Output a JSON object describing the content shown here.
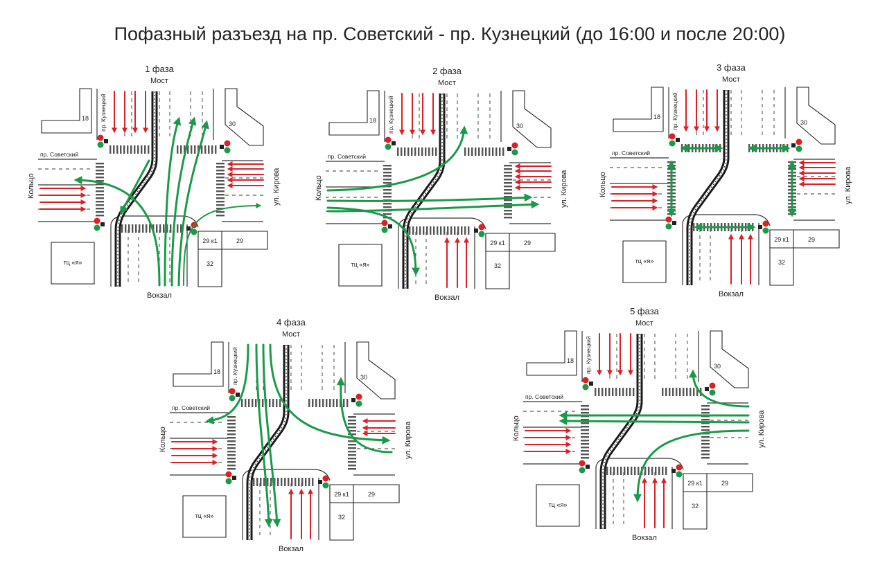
{
  "title": "Пофазный разъезд на пр. Советский - пр. Кузнецкий (до 16:00 и после 20:00)",
  "labels": {
    "north": "Мост",
    "south": "Вокзал",
    "west": "Кольцо",
    "east": "ул. Кирова",
    "avenue_west": "пр. Советский",
    "avenue_north": "пр. Кузнецкий",
    "building_nw": "18",
    "building_ne": "30",
    "building_29k1": "29 к1",
    "building_29": "29",
    "building_32": "32",
    "mall": "тц «я»"
  },
  "colors": {
    "allowed_movement": "#1a9a48",
    "stopped_traffic": "#dd1f26",
    "tram_track": "#1a1a1a",
    "road_lines": "#333333"
  },
  "phases": [
    {
      "name": "1 фаза",
      "green_moves": [
        "south-north",
        "south-left-to-kolco",
        "south-right-to-kirova",
        "north-to-south-tram"
      ],
      "stopped": [
        "north-lanes",
        "east-lanes",
        "west-lanes"
      ]
    },
    {
      "name": "2 фаза",
      "green_moves": [
        "west-through-to-kirova",
        "west-left-to-most",
        "west-right-to-vokzal"
      ],
      "stopped": [
        "north-lanes",
        "east-lanes",
        "south-lanes"
      ]
    },
    {
      "name": "3 фаза",
      "green_moves": [
        "pedestrian-north-crossing",
        "pedestrian-west-crossing",
        "pedestrian-east-crossing",
        "pedestrian-south-crossing"
      ],
      "stopped": [
        "north-lanes",
        "east-lanes",
        "south-lanes",
        "west-lanes"
      ]
    },
    {
      "name": "4 фаза",
      "green_moves": [
        "north-through-to-vokzal",
        "north-left-to-kirova",
        "north-right-to-kolco",
        "east-right-to-most"
      ],
      "stopped": [
        "west-lanes",
        "south-lanes",
        "east-inner-lanes"
      ]
    },
    {
      "name": "5 фаза",
      "green_moves": [
        "east-through-to-kolco",
        "east-left-to-vokzal",
        "east-right-to-most"
      ],
      "stopped": [
        "north-lanes",
        "west-lanes",
        "south-lanes"
      ]
    }
  ]
}
